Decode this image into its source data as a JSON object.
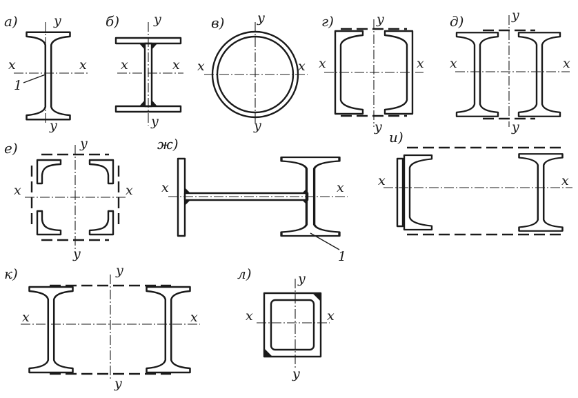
{
  "figure": {
    "panels": [
      {
        "id": "a",
        "label": "а)",
        "x_axis": "x",
        "y_axis": "y",
        "callout": "1"
      },
      {
        "id": "b",
        "label": "б)",
        "x_axis": "x",
        "y_axis": "y"
      },
      {
        "id": "v",
        "label": "в)",
        "x_axis": "x",
        "y_axis": "y"
      },
      {
        "id": "g",
        "label": "г)",
        "x_axis": "x",
        "y_axis": "y"
      },
      {
        "id": "d",
        "label": "д)",
        "x_axis": "x",
        "y_axis": "y"
      },
      {
        "id": "e",
        "label": "е)",
        "x_axis": "x",
        "y_axis": "y"
      },
      {
        "id": "zh",
        "label": "ж)",
        "x_axis": "x",
        "callout": "1"
      },
      {
        "id": "i",
        "label": "и)",
        "x_axis": "x"
      },
      {
        "id": "k",
        "label": "к)",
        "x_axis": "x",
        "y_axis": "y"
      },
      {
        "id": "l",
        "label": "л)",
        "x_axis": "x",
        "y_axis": "y"
      }
    ]
  }
}
